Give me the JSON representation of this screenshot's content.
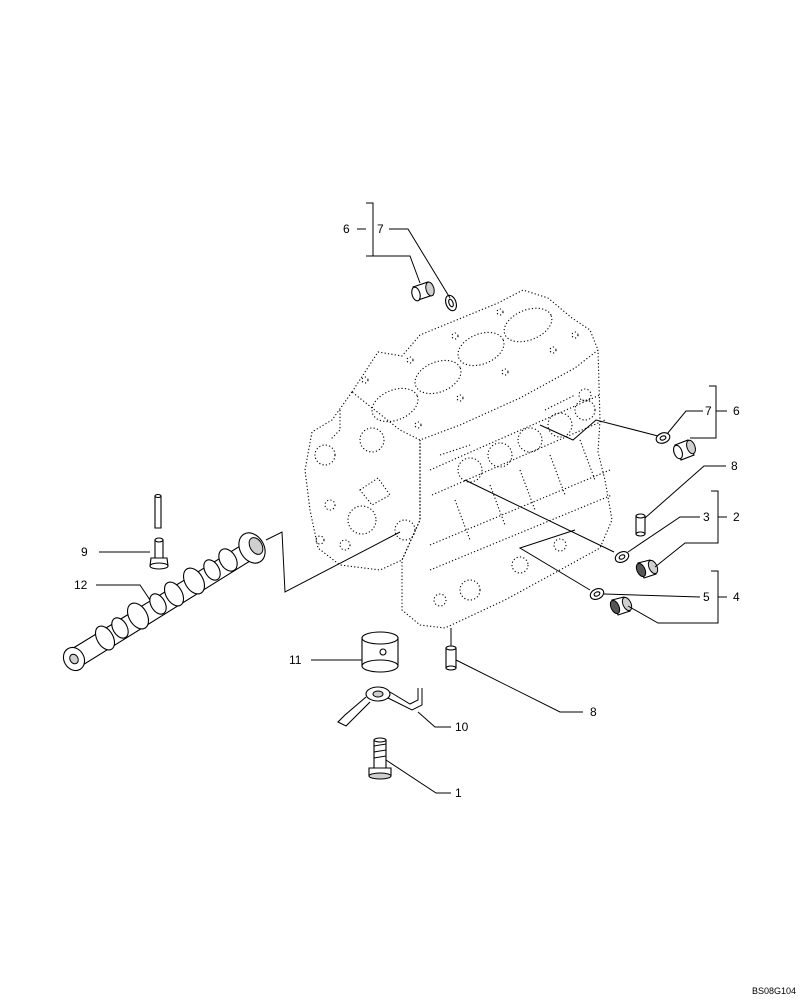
{
  "drawing_code": "BS08G104",
  "callouts": {
    "c1": "1",
    "c2": "2",
    "c3": "3",
    "c4": "4",
    "c5": "5",
    "c6_top": "6",
    "c6_right": "6",
    "c7_top": "7",
    "c7_right": "7",
    "c8_top": "8",
    "c8_bottom": "8",
    "c9": "9",
    "c10": "10",
    "c11": "11",
    "c12": "12"
  }
}
